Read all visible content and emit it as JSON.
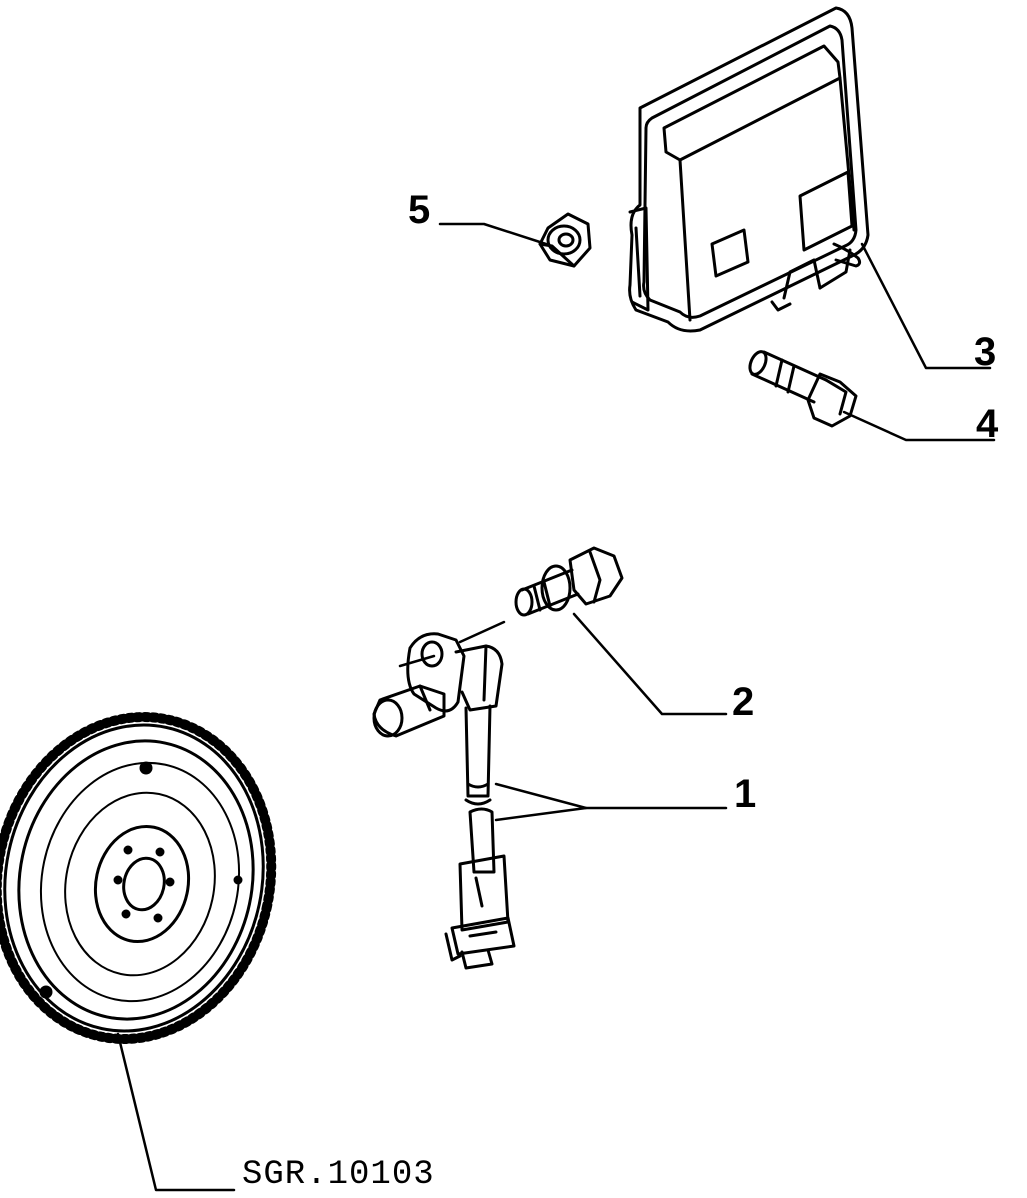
{
  "diagram": {
    "callouts": [
      {
        "id": "1",
        "label": "1",
        "part": "sensor-with-cable"
      },
      {
        "id": "2",
        "label": "2",
        "part": "sensor-bolt"
      },
      {
        "id": "3",
        "label": "3",
        "part": "control-unit"
      },
      {
        "id": "4",
        "label": "4",
        "part": "unit-bolt"
      },
      {
        "id": "5",
        "label": "5",
        "part": "nut"
      }
    ],
    "reference_code": "SGR.10103",
    "colors": {
      "line": "#000000",
      "background": "#ffffff"
    }
  }
}
